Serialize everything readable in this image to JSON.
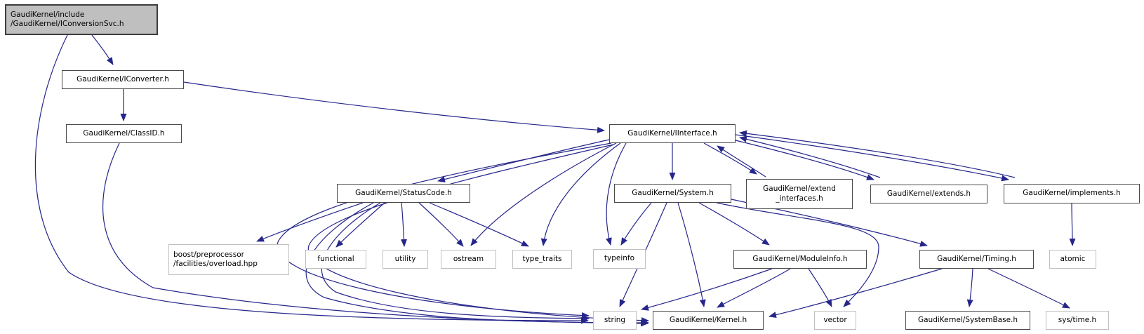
{
  "diagram": {
    "type": "include-dependency-graph",
    "edge_color": "#26268b",
    "root_fill": "#bfbfbf",
    "nodes": [
      {
        "id": "iconversionsvc",
        "label": "GaudiKernel/include\n/GaudiKernel/IConversionSvc.h",
        "kind": "root"
      },
      {
        "id": "iconverter",
        "label": "GaudiKernel/IConverter.h",
        "kind": "internal"
      },
      {
        "id": "classid",
        "label": "GaudiKernel/ClassID.h",
        "kind": "internal"
      },
      {
        "id": "iinterface",
        "label": "GaudiKernel/IInterface.h",
        "kind": "internal"
      },
      {
        "id": "statuscode",
        "label": "GaudiKernel/StatusCode.h",
        "kind": "internal"
      },
      {
        "id": "system",
        "label": "GaudiKernel/System.h",
        "kind": "internal"
      },
      {
        "id": "extend-interfaces",
        "label": "GaudiKernel/extend\n_interfaces.h",
        "kind": "internal"
      },
      {
        "id": "extends",
        "label": "GaudiKernel/extends.h",
        "kind": "internal"
      },
      {
        "id": "implements",
        "label": "GaudiKernel/implements.h",
        "kind": "internal"
      },
      {
        "id": "boost-overload",
        "label": "boost/preprocessor\n/facilities/overload.hpp",
        "kind": "leaf"
      },
      {
        "id": "functional",
        "label": "functional",
        "kind": "leaf"
      },
      {
        "id": "utility",
        "label": "utility",
        "kind": "leaf"
      },
      {
        "id": "ostream",
        "label": "ostream",
        "kind": "leaf"
      },
      {
        "id": "type-traits",
        "label": "type_traits",
        "kind": "leaf"
      },
      {
        "id": "typeinfo",
        "label": "typeinfo",
        "kind": "leaf"
      },
      {
        "id": "moduleinfo",
        "label": "GaudiKernel/ModuleInfo.h",
        "kind": "internal"
      },
      {
        "id": "timing",
        "label": "GaudiKernel/Timing.h",
        "kind": "internal"
      },
      {
        "id": "atomic",
        "label": "atomic",
        "kind": "leaf"
      },
      {
        "id": "string",
        "label": "string",
        "kind": "leaf"
      },
      {
        "id": "kernel",
        "label": "GaudiKernel/Kernel.h",
        "kind": "internal"
      },
      {
        "id": "vector",
        "label": "vector",
        "kind": "leaf"
      },
      {
        "id": "systembase",
        "label": "GaudiKernel/SystemBase.h",
        "kind": "internal"
      },
      {
        "id": "sys-time",
        "label": "sys/time.h",
        "kind": "leaf"
      }
    ],
    "edges": [
      {
        "from": "iconversionsvc",
        "to": "iconverter"
      },
      {
        "from": "iconversionsvc",
        "to": "string"
      },
      {
        "from": "iconverter",
        "to": "classid"
      },
      {
        "from": "iconverter",
        "to": "iinterface"
      },
      {
        "from": "classid",
        "to": "kernel"
      },
      {
        "from": "iinterface",
        "to": "statuscode"
      },
      {
        "from": "iinterface",
        "to": "system"
      },
      {
        "from": "iinterface",
        "to": "extend-interfaces"
      },
      {
        "from": "extend-interfaces",
        "to": "iinterface"
      },
      {
        "from": "iinterface",
        "to": "extends"
      },
      {
        "from": "extends",
        "to": "iinterface"
      },
      {
        "from": "iinterface",
        "to": "implements"
      },
      {
        "from": "implements",
        "to": "iinterface"
      },
      {
        "from": "iinterface",
        "to": "ostream"
      },
      {
        "from": "iinterface",
        "to": "type-traits"
      },
      {
        "from": "iinterface",
        "to": "typeinfo"
      },
      {
        "from": "iinterface",
        "to": "string"
      },
      {
        "from": "iinterface",
        "to": "kernel"
      },
      {
        "from": "statuscode",
        "to": "boost-overload"
      },
      {
        "from": "statuscode",
        "to": "functional"
      },
      {
        "from": "statuscode",
        "to": "utility"
      },
      {
        "from": "statuscode",
        "to": "ostream"
      },
      {
        "from": "statuscode",
        "to": "type-traits"
      },
      {
        "from": "statuscode",
        "to": "string"
      },
      {
        "from": "statuscode",
        "to": "kernel"
      },
      {
        "from": "system",
        "to": "typeinfo"
      },
      {
        "from": "system",
        "to": "moduleinfo"
      },
      {
        "from": "system",
        "to": "timing"
      },
      {
        "from": "system",
        "to": "string"
      },
      {
        "from": "system",
        "to": "kernel"
      },
      {
        "from": "system",
        "to": "vector"
      },
      {
        "from": "moduleinfo",
        "to": "string"
      },
      {
        "from": "moduleinfo",
        "to": "kernel"
      },
      {
        "from": "moduleinfo",
        "to": "vector"
      },
      {
        "from": "timing",
        "to": "kernel"
      },
      {
        "from": "timing",
        "to": "systembase"
      },
      {
        "from": "timing",
        "to": "sys-time"
      },
      {
        "from": "implements",
        "to": "atomic"
      }
    ]
  }
}
